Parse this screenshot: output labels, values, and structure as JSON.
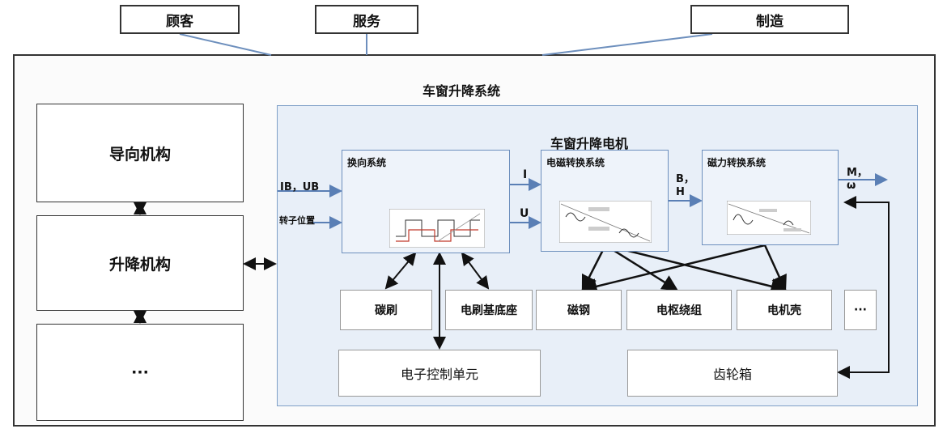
{
  "top_boxes": {
    "customer": "顾客",
    "service": "服务",
    "manufacturing": "制造"
  },
  "system_title": "车窗升降系统",
  "motor_title": "车窗升降电机",
  "left_column": {
    "guide": "导向机构",
    "lift": "升降机构",
    "more": "···"
  },
  "subsystems": {
    "commutation": "换向系统",
    "electromagnetic": "电磁转换系统",
    "magnetic": "磁力转换系统"
  },
  "signals": {
    "ib_ub": "IB，UB",
    "rotor_position": "转子位置",
    "current": "I",
    "voltage": "U",
    "b_h": "B，H",
    "output_m": "M，",
    "output_omega": "ω"
  },
  "parts": {
    "carbon_brush": "碳刷",
    "brush_base": "电刷基底座",
    "magnet_steel": "磁钢",
    "armature_winding": "电枢绕组",
    "motor_housing": "电机壳",
    "more": "···",
    "ecu": "电子控制单元",
    "gearbox": "齿轮箱"
  },
  "colors": {
    "line": "#5a7fb5",
    "panel": "#e8eff8",
    "border": "#333333"
  }
}
